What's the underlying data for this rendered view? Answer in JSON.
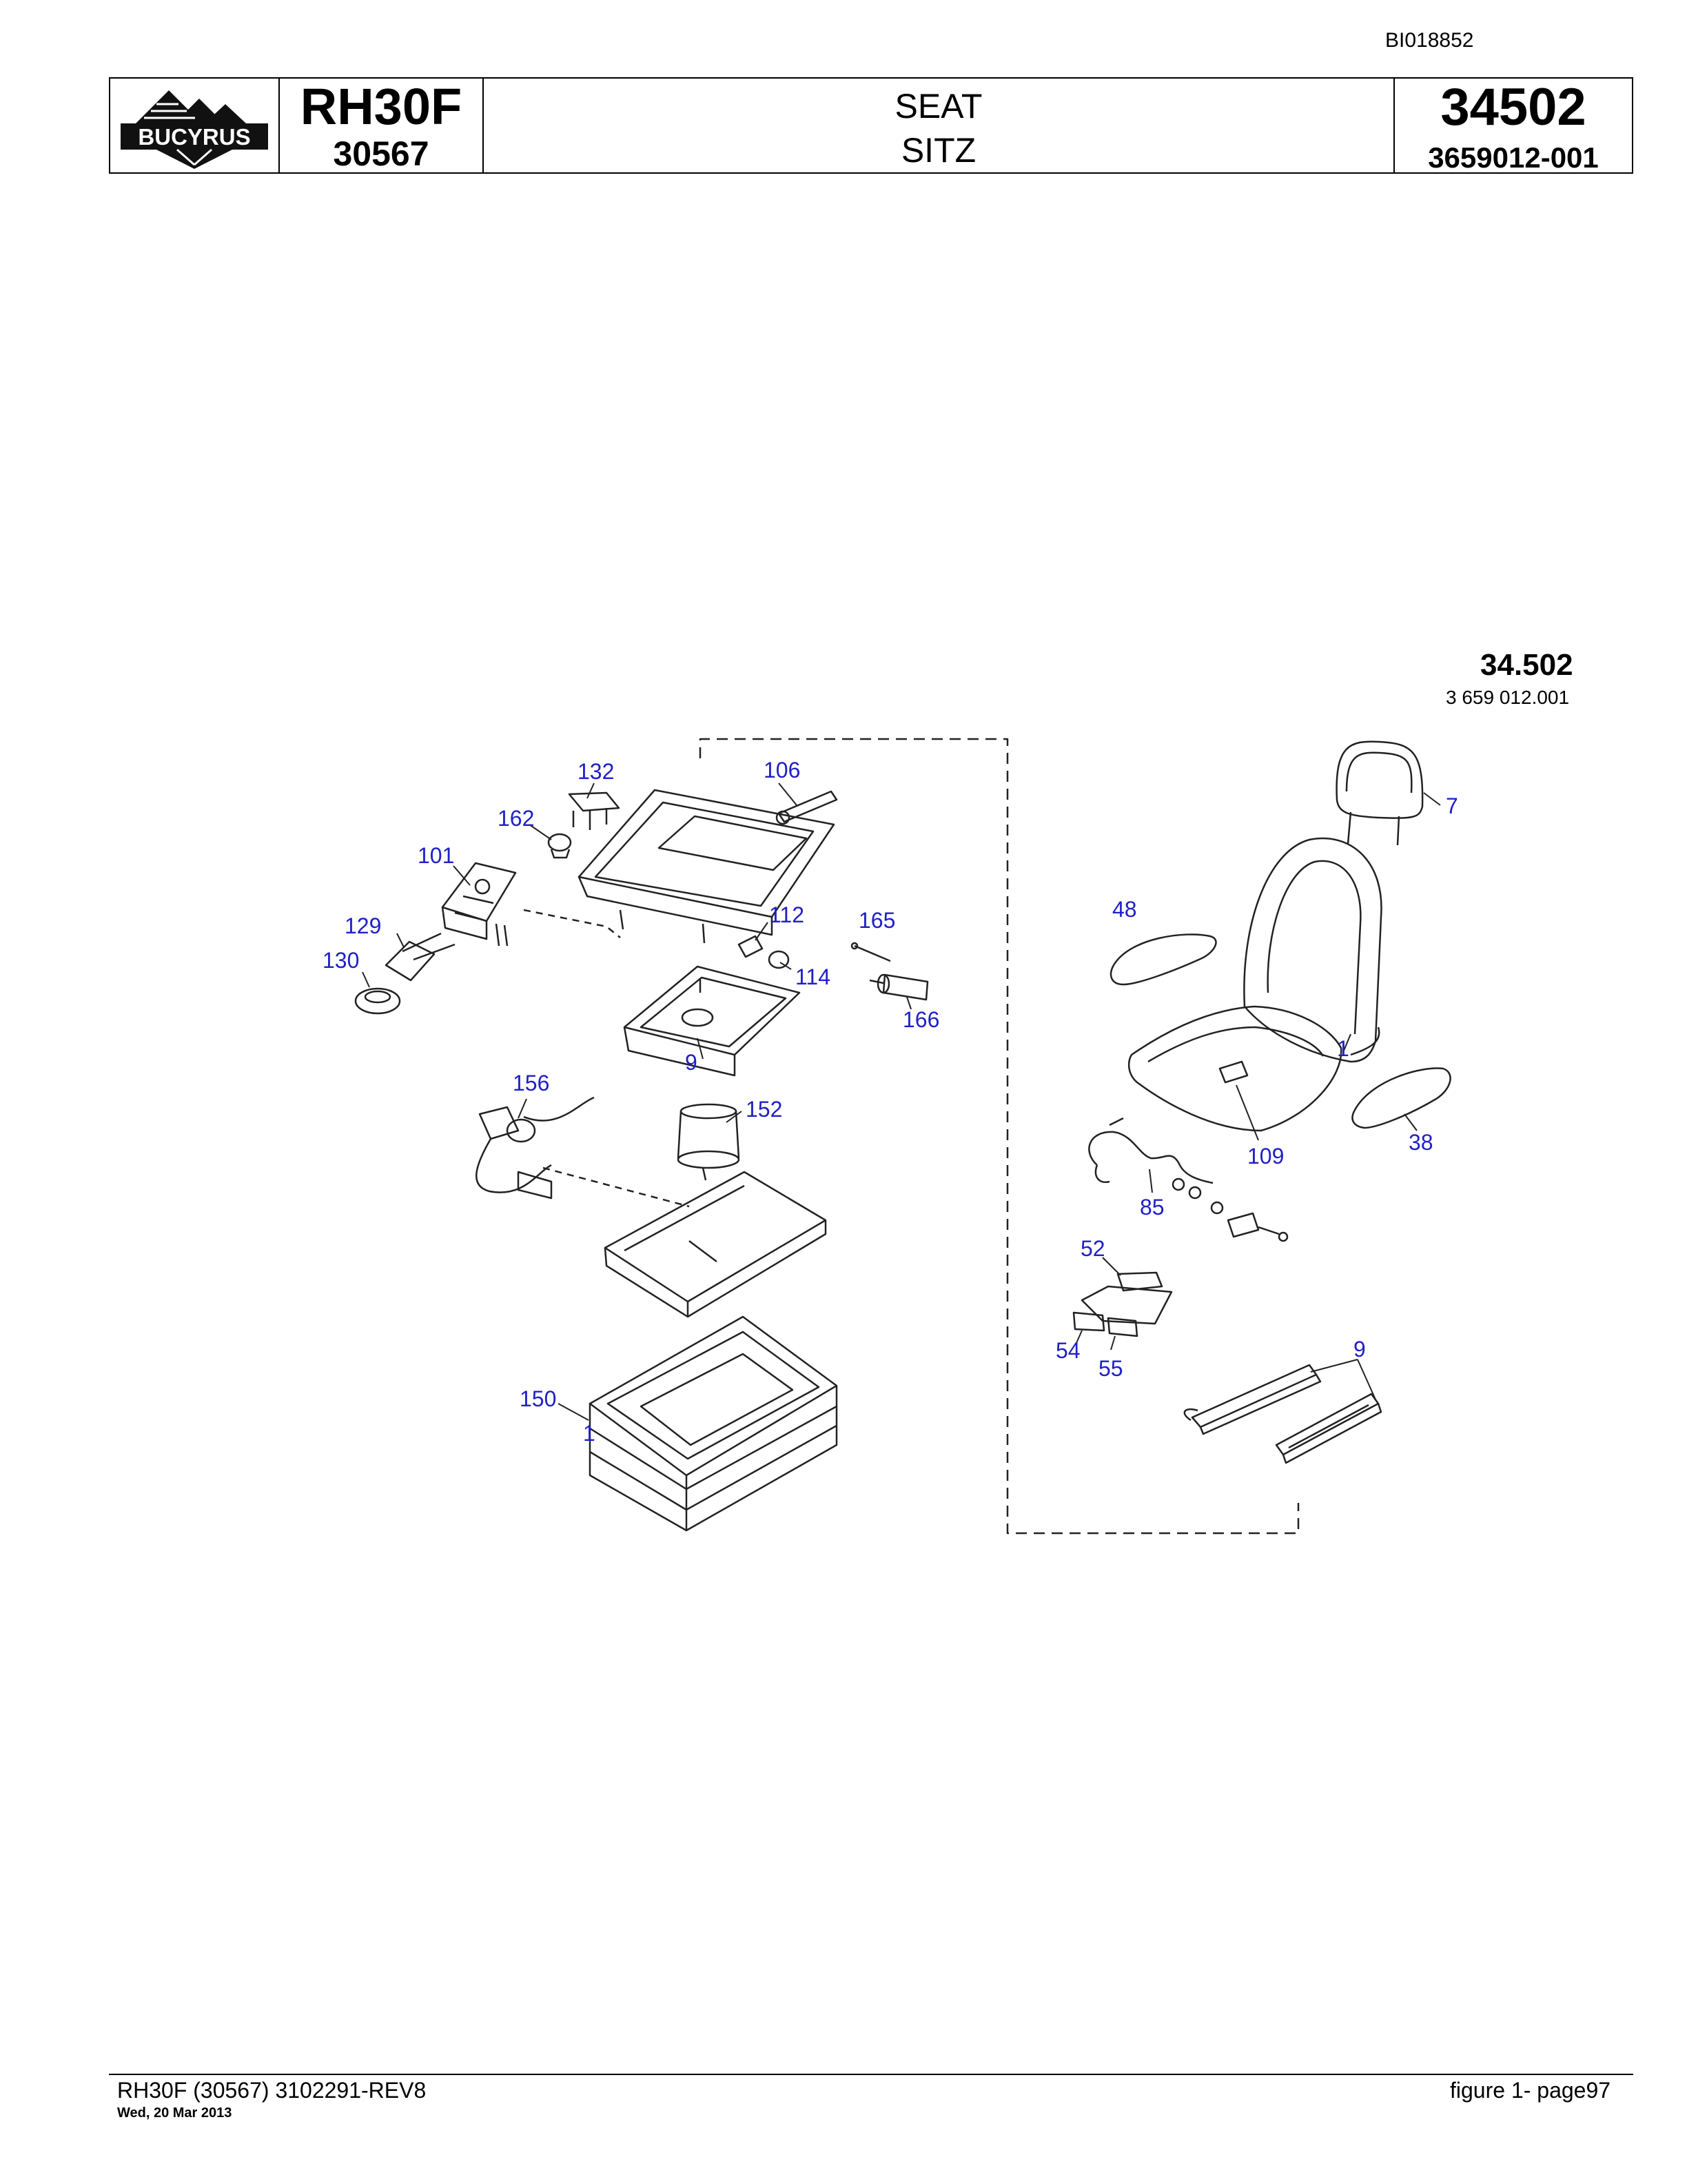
{
  "document_id": "BI018852",
  "header": {
    "logo_text": "BUCYRUS",
    "model": "RH30F",
    "model_code": "30567",
    "title_en": "SEAT",
    "title_de": "SITZ",
    "group_number": "34502",
    "part_number": "3659012-001"
  },
  "diagram": {
    "id": "34.502",
    "subtitle": "3 659 012.001",
    "callouts": [
      "132",
      "106",
      "162",
      "101",
      "112",
      "165",
      "129",
      "130",
      "114",
      "166",
      "9",
      "156",
      "152",
      "150",
      "1",
      "7",
      "48",
      "1",
      "109",
      "38",
      "85",
      "52",
      "54",
      "55",
      "9"
    ],
    "callout_color": "#2020c8"
  },
  "footer": {
    "left": "RH30F (30567) 3102291-REV8",
    "date": "Wed, 20 Mar 2013",
    "right": "figure  1- page97"
  }
}
